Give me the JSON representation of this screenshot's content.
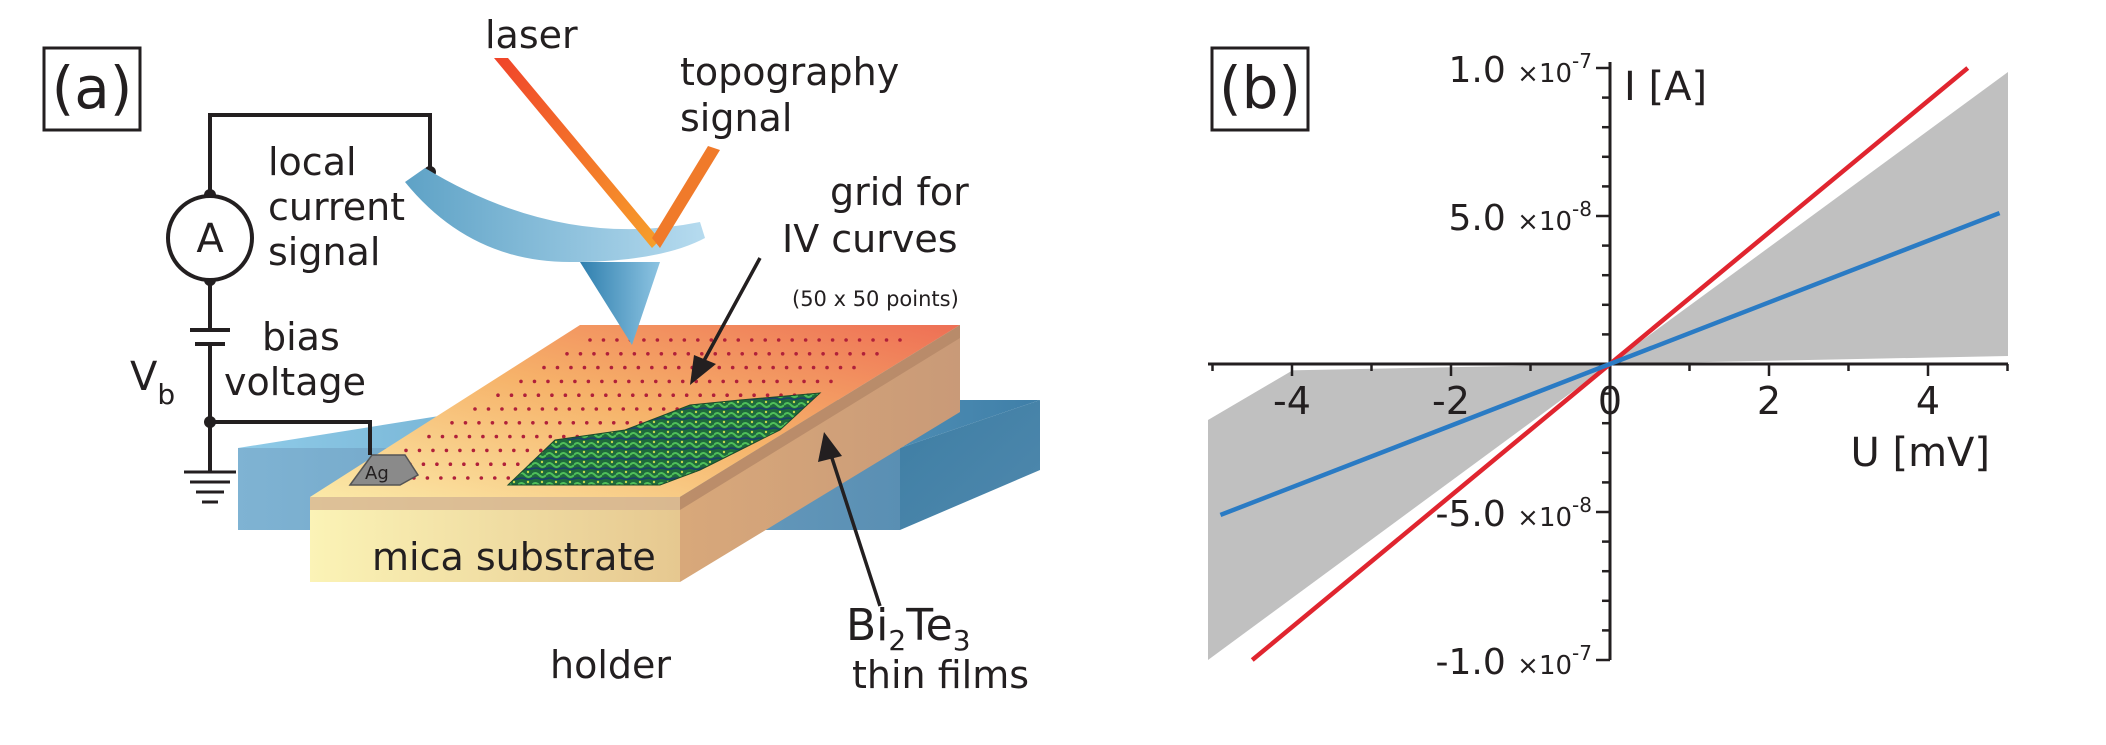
{
  "panel_a": {
    "label": "(a)",
    "laser": "laser",
    "topography": [
      "topography",
      "signal"
    ],
    "current": [
      "local",
      "current",
      "signal"
    ],
    "ammeter": "A",
    "grid": [
      "grid for",
      "IV curves"
    ],
    "grid_points": "(50 x 50 points)",
    "bias": [
      "bias",
      "voltage"
    ],
    "vb_main": "V",
    "vb_sub": "b",
    "ag": "Ag",
    "mica": "mica substrate",
    "holder": "holder",
    "film_parts": [
      "Bi",
      "2",
      "Te",
      "3"
    ],
    "film_line2": "thin films",
    "colors": {
      "laser": "#e8502a",
      "cantilever": "#7fb8d8",
      "mica": "#f5e6a0",
      "holder": "#5f9ec4",
      "grid_dot": "#b0203a",
      "film": "#2a8a4a"
    }
  },
  "panel_b": {
    "label": "(b)",
    "x_ticks": [
      "-4",
      "-2",
      "0",
      "2",
      "4"
    ],
    "x_label": "U [mV]",
    "y_label": "I [A]",
    "y_ticks": [
      {
        "mant": "1.0",
        "exp": "-7"
      },
      {
        "mant": "5.0",
        "exp": "-8"
      },
      {
        "mant": "-5.0",
        "exp": "-8"
      },
      {
        "mant": "-1.0",
        "exp": "-7"
      }
    ],
    "times": "×10",
    "colors": {
      "red": "#e0252f",
      "blue": "#2a7bc4",
      "band": "#c0c0c0"
    }
  },
  "chart_data": {
    "type": "line",
    "x": [
      -5,
      5
    ],
    "xlabel": "U [mV]",
    "ylabel": "I [A]",
    "xlim": [
      -5,
      5
    ],
    "ylim": [
      -1e-07,
      1e-07
    ],
    "series": [
      {
        "color": "#e0252f",
        "x": [
          -4.5,
          4.5
        ],
        "values": [
          -1e-07,
          1e-07
        ]
      },
      {
        "color": "#2a7bc4",
        "x": [
          -4.9,
          4.9
        ],
        "values": [
          -5.1e-08,
          5.1e-08
        ]
      }
    ],
    "band": {
      "color": "#c0c0c0",
      "description_visible": false
    }
  }
}
